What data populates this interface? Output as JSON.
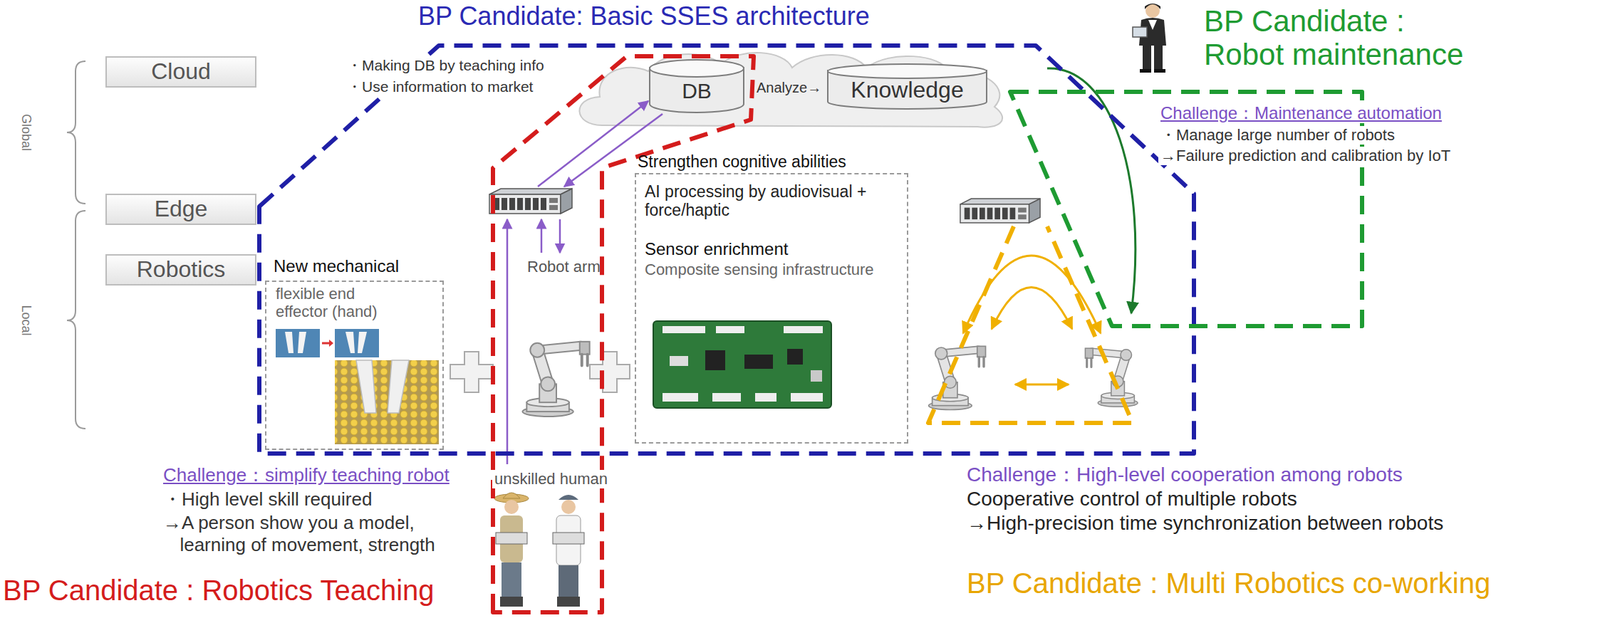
{
  "diagram": {
    "nodes": [
      {
        "text": [
          "Cloud"
        ]
      },
      {
        "text": [
          "Edge"
        ]
      },
      {
        "text": [
          "Robotics"
        ]
      },
      {
        "text": [
          "BP Candidate: Basic SSES architecture"
        ]
      },
      {
        "text": [
          "BP Candidate : Robotics Teaching"
        ]
      },
      {
        "text": [
          "DB"
        ],
        "in": 4
      },
      {
        "text": [
          "Knowledge"
        ],
        "in": 3
      },
      {
        "text": [
          "BP Candidate : Robot maintenance"
        ]
      },
      {
        "text": [
          "BP Candidate : Multi Robotics co-working"
        ]
      },
      {
        "text": [
          "New mechanical",
          "flexible end effector (hand)"
        ],
        "in": 3
      },
      {
        "text": [
          "Strengthen cognitive abilities",
          "AI processing by audiovisual + force/haptic",
          "Sensor enrichment",
          "Composite sensing infrastructure"
        ],
        "in": 3
      }
    ],
    "labels": [
      "・Making DB by teaching info",
      "・Use information to market",
      "Analyze→",
      "Robot arm",
      "unskilled human",
      "Global",
      "Local",
      "Challenge：simplify teaching robot",
      "・High level skill required",
      "→A person show you a model, learning of movement, strength",
      "Challenge：High-level cooperation among robots",
      "Cooperative control of multiple robots",
      "→High-precision time synchronization between robots",
      "Challenge：Maintenance automation",
      "・Manage large number of robots",
      "→Failure prediction and calibration by IoT"
    ]
  }
}
